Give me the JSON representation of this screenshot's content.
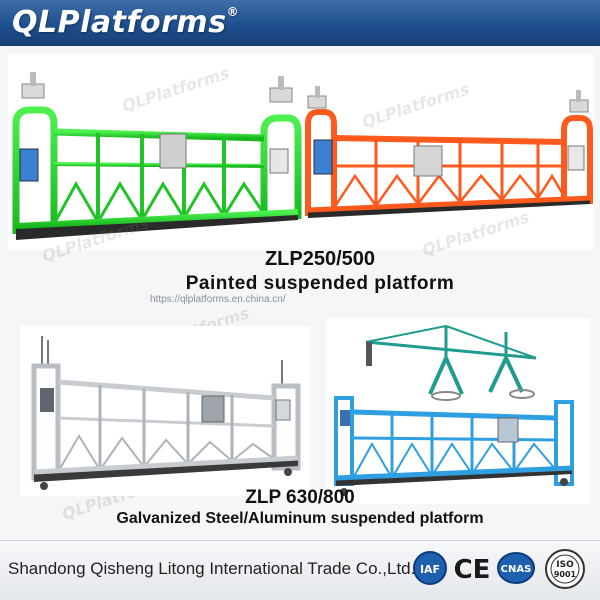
{
  "brand": {
    "name": "QLPlatforms",
    "reg_mark": "®"
  },
  "watermark": "QLPlatforms",
  "top_caption": {
    "model": "ZLP250/500",
    "description": "Painted suspended platform"
  },
  "overlay_url": "https://qlplatforms.en.china.cn/",
  "bottom_caption": {
    "model": "ZLP 630/800",
    "description": "Galvanized Steel/Aluminum suspended platform"
  },
  "footer": {
    "company": "Shandong Qisheng Litong International Trade Co.,Ltd."
  },
  "certs": {
    "iaf": "IAF",
    "ce": "CE",
    "cnas": "CNAS",
    "iso": "ISO",
    "iso_num": "9001"
  },
  "colors": {
    "header": "#1e4f8f",
    "green_platform": "#27d92f",
    "orange_platform": "#ff5a1e",
    "silver_platform": "#b9bec4",
    "blue_platform": "#2e9fe0",
    "teal_rig": "#1f9c8f"
  }
}
